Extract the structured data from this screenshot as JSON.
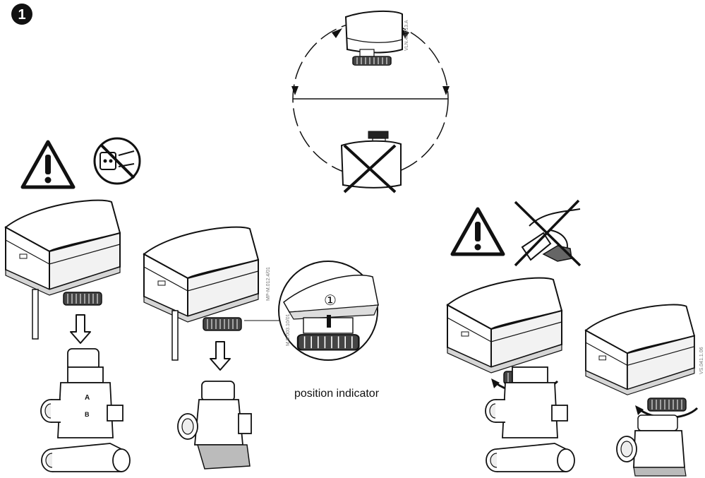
{
  "step_badge": "1",
  "labels": {
    "position_indicator": "position indicator",
    "indicator_mark": "①",
    "code_top": "VLN.40.013.A",
    "code_middle": "MP-M.012.4/01",
    "code_detail": "M.B.003.10/01",
    "code_right": "VS.041.1.06"
  },
  "valve_markings": {
    "a": "A",
    "b": "B"
  },
  "icons": [
    "warning-icon",
    "no-power-icon",
    "no-tools-icon",
    "rotate-arrow-icon"
  ],
  "colors": {
    "ink": "#111111",
    "actuator_body": "#ffffff",
    "shadow": "#c8c8c8"
  }
}
